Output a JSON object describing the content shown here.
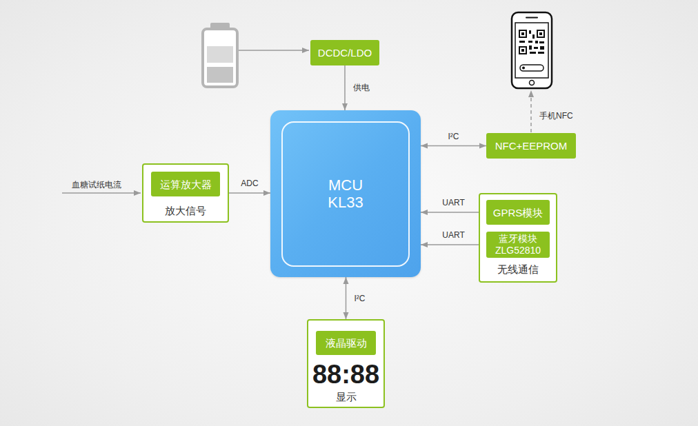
{
  "diagram": {
    "nodes": [
      {
        "text": [
          "DCDC/LDO"
        ]
      },
      {
        "text": [
          "MCU KL33"
        ]
      },
      {
        "text": [
          "NFC+EEPROM"
        ]
      },
      {
        "text": [
          "放大信号"
        ]
      },
      {
        "text": [
          "运算放大器"
        ],
        "in": 3
      },
      {
        "text": [
          "无线通信"
        ]
      },
      {
        "text": [
          "GPRS模块"
        ],
        "in": 5
      },
      {
        "text": [
          "蓝牙模块 ZLG52810"
        ],
        "in": 5
      },
      {
        "text": [
          "88:88",
          "显示"
        ]
      },
      {
        "text": [
          "液晶驱动"
        ],
        "in": 8
      }
    ],
    "edges": [
      {
        "from": 0,
        "to": 1,
        "label": "供电",
        "arrow": "to"
      },
      {
        "from": 1,
        "to": 2,
        "label": "I²C",
        "arrow": "both"
      },
      {
        "from": 3,
        "to": 1,
        "label": "ADC",
        "arrow": "to"
      },
      {
        "from": 1,
        "to": 6,
        "label": "UART",
        "arrow": "both"
      },
      {
        "from": 1,
        "to": 7,
        "label": "UART",
        "arrow": "both"
      },
      {
        "from": 1,
        "to": 8,
        "label": "I²C",
        "arrow": "both"
      }
    ],
    "labels": [
      "血糖试纸电流",
      "手机NFC"
    ]
  }
}
